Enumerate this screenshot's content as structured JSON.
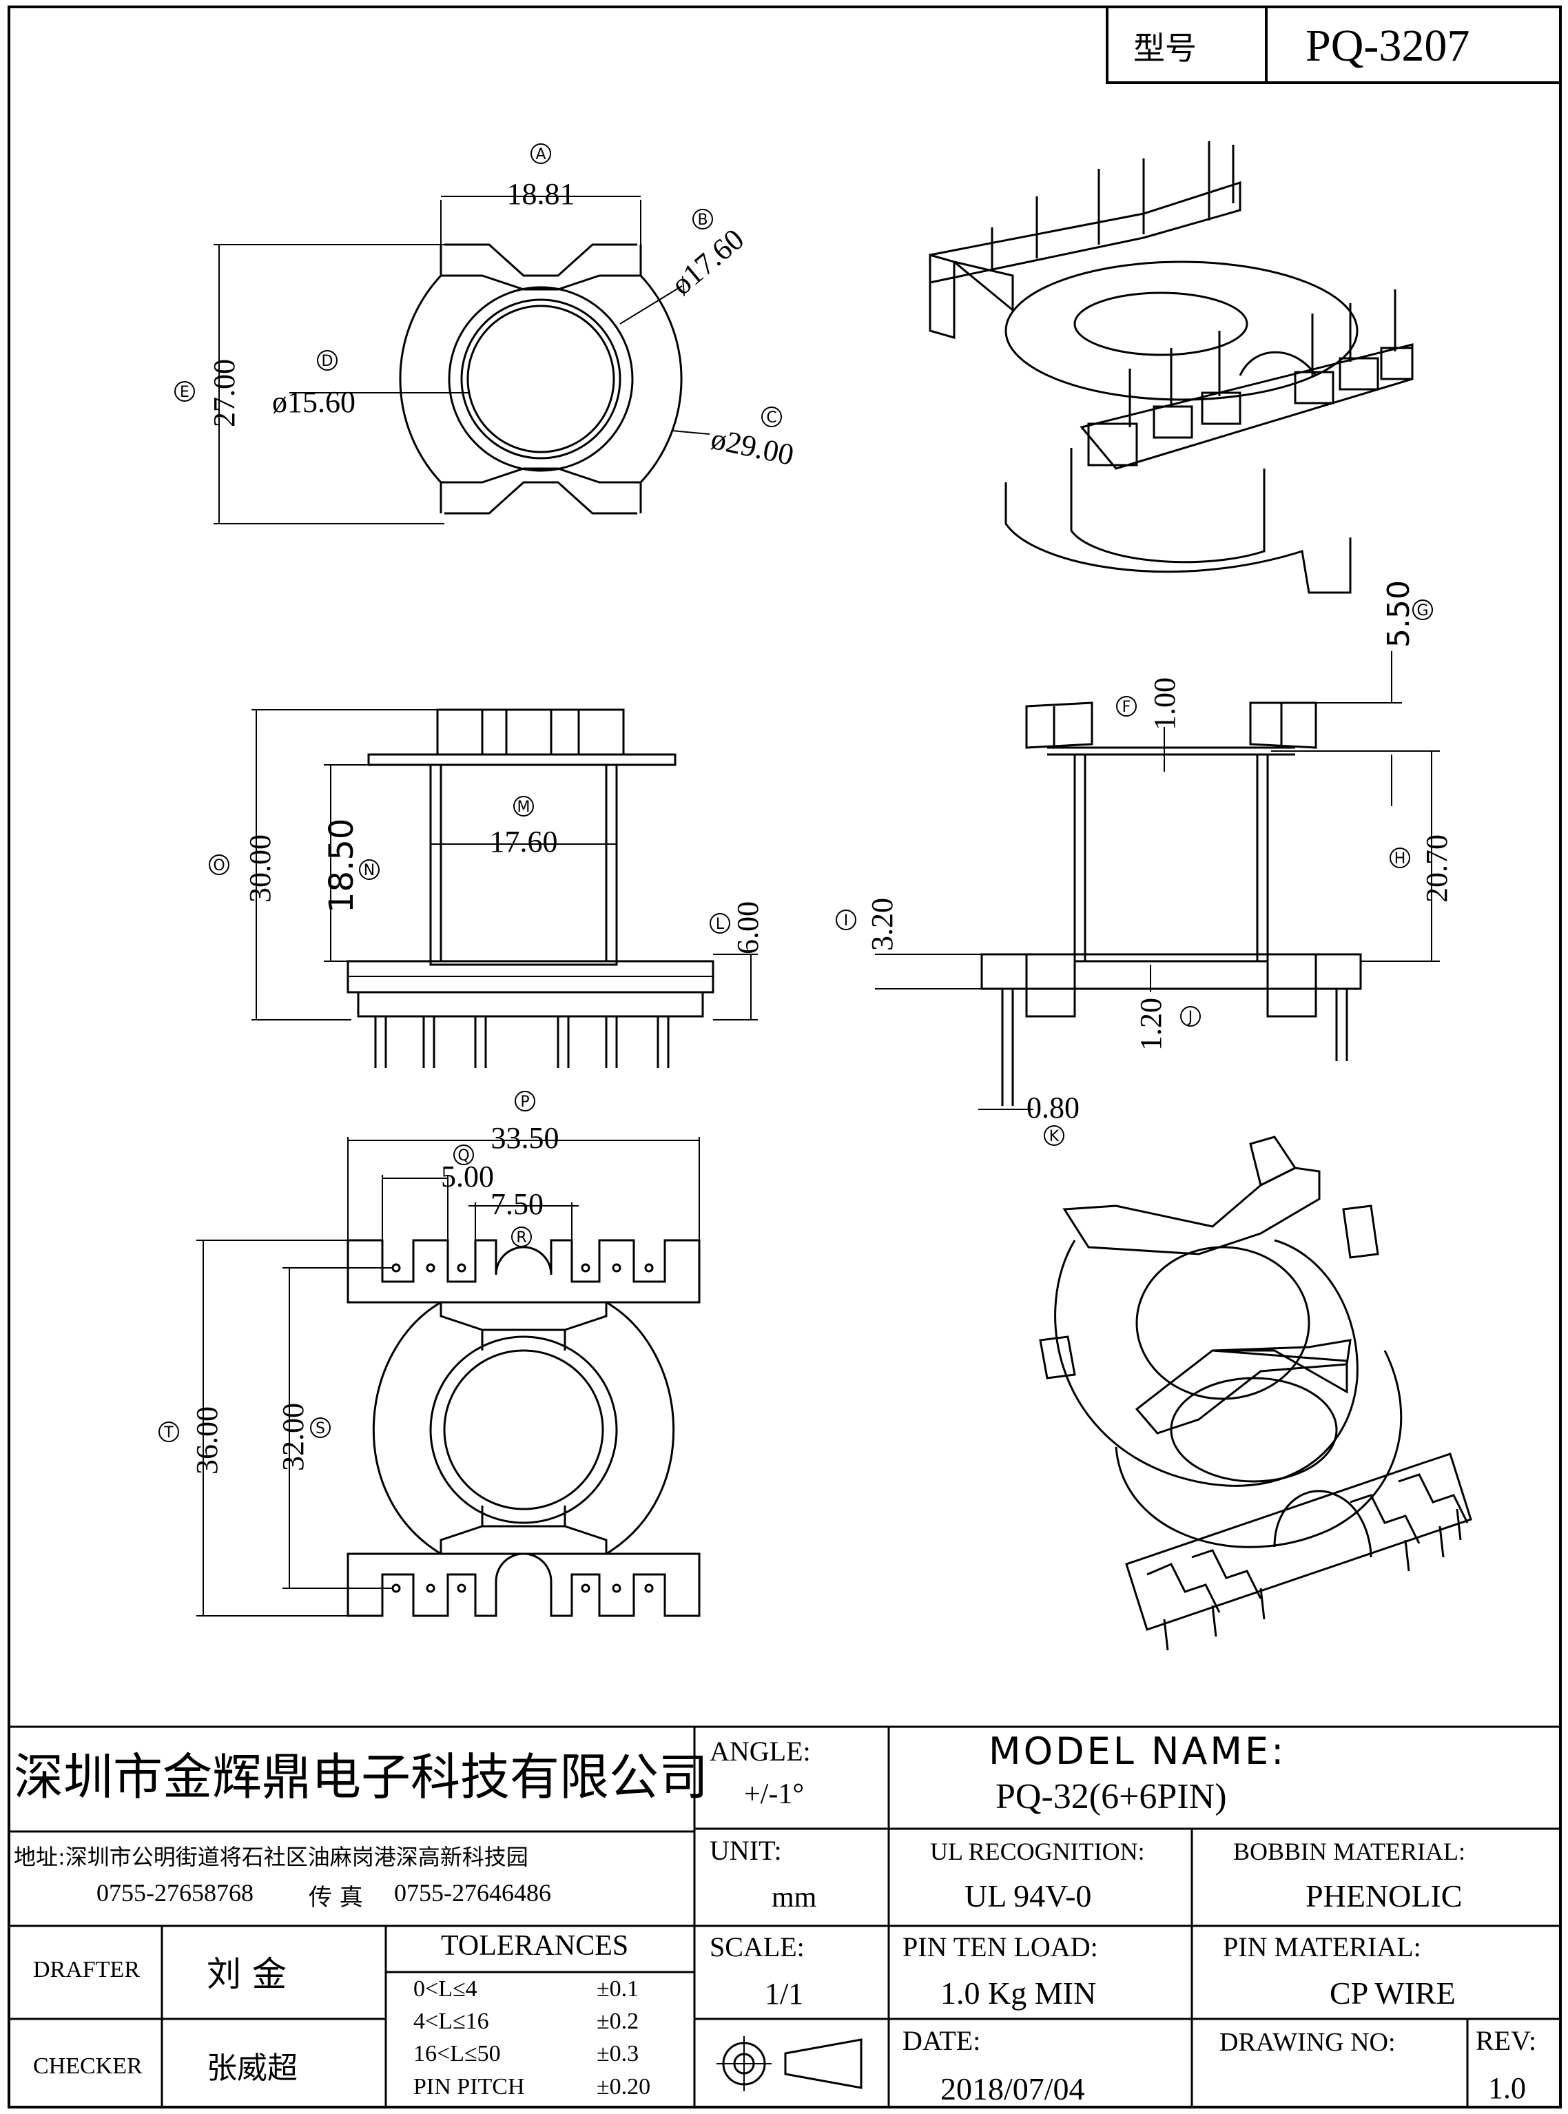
{
  "header": {
    "model_label": "型号",
    "model_value": "PQ-3207"
  },
  "views": {
    "top": {
      "A": {
        "tag": "A",
        "value": "18.81"
      },
      "B": {
        "tag": "B",
        "value": "ø17.60"
      },
      "C": {
        "tag": "C",
        "value": "ø29.00"
      },
      "D": {
        "tag": "D",
        "value": "ø15.60"
      },
      "E": {
        "tag": "E",
        "value": "27.00"
      }
    },
    "front": {
      "O": {
        "tag": "O",
        "value": "30.00"
      },
      "N": {
        "tag": "N",
        "value": "18.50"
      },
      "M": {
        "tag": "M",
        "value": "17.60"
      },
      "L": {
        "tag": "L",
        "value": "6.00"
      }
    },
    "side": {
      "G": {
        "tag": "G",
        "value": "5.50"
      },
      "F": {
        "tag": "F",
        "value": "1.00"
      },
      "H": {
        "tag": "H",
        "value": "20.70"
      },
      "I": {
        "tag": "I",
        "value": "3.20"
      },
      "J": {
        "tag": "J",
        "value": "1.20"
      },
      "K": {
        "tag": "K",
        "value": "0.80"
      }
    },
    "bottom": {
      "P": {
        "tag": "P",
        "value": "33.50"
      },
      "Q": {
        "tag": "Q",
        "value": "5.00"
      },
      "R": {
        "tag": "R",
        "value": "7.50"
      },
      "S": {
        "tag": "S",
        "value": "32.00"
      },
      "T": {
        "tag": "T",
        "value": "36.00"
      }
    }
  },
  "title_block": {
    "company": "深圳市金辉鼎电子科技有限公司",
    "address": "地址:深圳市公明街道将石社区油麻岗港深高新科技园",
    "phone": "0755-27658768",
    "fax_label": "传 真",
    "fax": "0755-27646486",
    "angle_label": "ANGLE:",
    "angle_value": "+/-1°",
    "model_name_label": "MODEL NAME:",
    "model_name_value": "PQ-32(6+6PIN)",
    "unit_label": "UNIT:",
    "unit_value": "mm",
    "ul_label": "UL RECOGNITION:",
    "ul_value": "UL 94V-0",
    "bobbin_label": "BOBBIN MATERIAL:",
    "bobbin_value": "PHENOLIC",
    "drafter_label": "DRAFTER",
    "drafter_name": "刘 金",
    "checker_label": "CHECKER",
    "checker_name": "张威超",
    "tolerances_label": "TOLERANCES",
    "tolerances": [
      {
        "range": "0<L≤4",
        "value": "±0.1"
      },
      {
        "range": "4<L≤16",
        "value": "±0.2"
      },
      {
        "range": "16<L≤50",
        "value": "±0.3"
      },
      {
        "range": "PIN PITCH",
        "value": "±0.20"
      }
    ],
    "scale_label": "SCALE:",
    "scale_value": "1/1",
    "pin_load_label": "PIN TEN LOAD:",
    "pin_load_value": "1.0 Kg MIN",
    "pin_material_label": "PIN MATERIAL:",
    "pin_material_value": "CP WIRE",
    "date_label": "DATE:",
    "date_value": "2018/07/04",
    "drawing_no_label": "DRAWING NO:",
    "rev_label": "REV:",
    "rev_value": "1.0"
  }
}
